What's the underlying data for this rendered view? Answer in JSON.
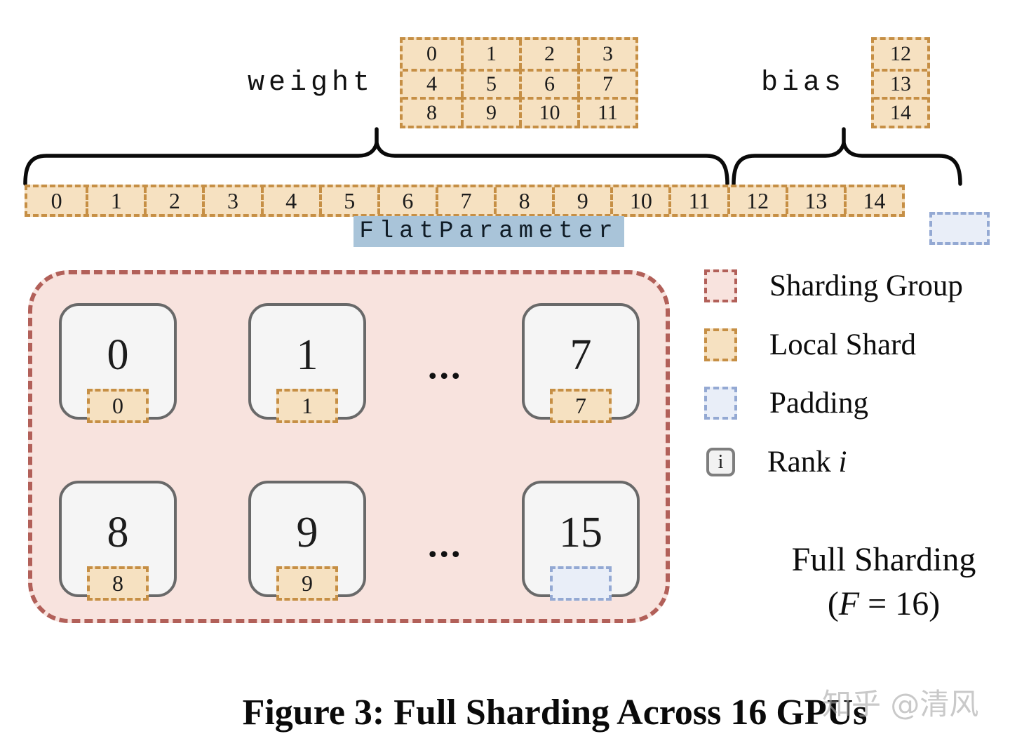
{
  "colors": {
    "local_shard_fill": "#f6e1c1",
    "local_shard_border": "#c68f45",
    "padding_fill": "#e9eef8",
    "padding_border": "#94a9d3",
    "sharding_group_fill": "#f8e3de",
    "sharding_group_border": "#b26059",
    "highlight": "#a9c4d9",
    "rank_fill": "#f5f5f5",
    "rank_border": "#696969"
  },
  "weight": {
    "label": "weight",
    "cells": [
      "0",
      "1",
      "2",
      "3",
      "4",
      "5",
      "6",
      "7",
      "8",
      "9",
      "10",
      "11"
    ]
  },
  "bias": {
    "label": "bias",
    "cells": [
      "12",
      "13",
      "14"
    ]
  },
  "flat_parameter": {
    "label": "FlatParameter",
    "cells": [
      "0",
      "1",
      "2",
      "3",
      "4",
      "5",
      "6",
      "7",
      "8",
      "9",
      "10",
      "11",
      "12",
      "13",
      "14"
    ]
  },
  "sharding_group": {
    "rows": [
      {
        "ellipsis": "...",
        "ranks": [
          {
            "label": "0",
            "shard": "0",
            "shard_type": "local"
          },
          {
            "label": "1",
            "shard": "1",
            "shard_type": "local"
          },
          {
            "label": "7",
            "shard": "7",
            "shard_type": "local"
          }
        ]
      },
      {
        "ellipsis": "...",
        "ranks": [
          {
            "label": "8",
            "shard": "8",
            "shard_type": "local"
          },
          {
            "label": "9",
            "shard": "9",
            "shard_type": "local"
          },
          {
            "label": "15",
            "shard": "",
            "shard_type": "padding"
          }
        ]
      }
    ]
  },
  "legend": {
    "items": [
      {
        "label": "Sharding Group"
      },
      {
        "label": "Local Shard"
      },
      {
        "label": "Padding"
      },
      {
        "label_prefix": "Rank ",
        "label_italic": "i",
        "swatch_text": "i"
      }
    ]
  },
  "annotation": {
    "line1": "Full Sharding",
    "line2_pre": "(",
    "line2_italic": "F",
    "line2_post": " = 16)"
  },
  "caption": "Figure 3: Full Sharding Across 16 GPUs",
  "watermark": "知乎 @清风"
}
